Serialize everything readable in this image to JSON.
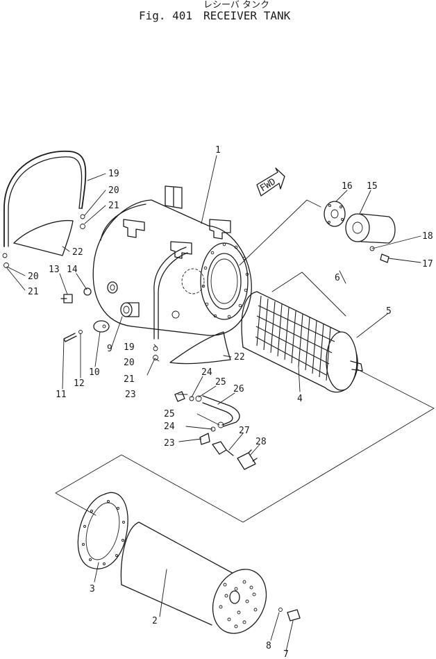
{
  "title": {
    "jp": "レシーバ タンク",
    "fig": "Fig. 401",
    "name": "RECEIVER TANK"
  },
  "fwd_label": "FWD",
  "callouts": [
    "1",
    "2",
    "3",
    "4",
    "5",
    "6",
    "7",
    "8",
    "9",
    "10",
    "11",
    "12",
    "13",
    "14",
    "15",
    "16",
    "17",
    "18",
    "19",
    "19",
    "20",
    "20",
    "20",
    "21",
    "21",
    "21",
    "22",
    "22",
    "23",
    "23",
    "24",
    "24",
    "25",
    "25",
    "26",
    "27",
    "28"
  ],
  "colors": {
    "ink": "#1a1a1a",
    "paper": "#ffffff"
  }
}
